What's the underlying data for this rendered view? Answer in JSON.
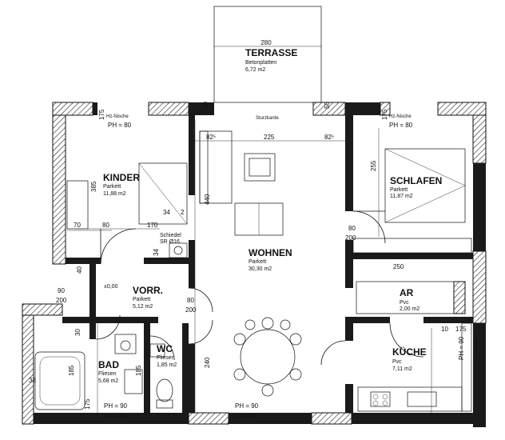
{
  "rooms": {
    "terrasse": {
      "name": "TERRASSE",
      "material": "Betonplatten",
      "area": "6,72 m2",
      "width_dim": "280"
    },
    "kinder": {
      "name": "KINDER",
      "material": "Parkett",
      "area": "11,88 m2"
    },
    "wohnen": {
      "name": "WOHNEN",
      "material": "Parkett",
      "area": "30,30 m2"
    },
    "schlafen": {
      "name": "SCHLAFEN",
      "material": "Parkett",
      "area": "11,87 m2"
    },
    "vorr": {
      "name": "VORR.",
      "material": "Parkett",
      "area": "5,12 m2"
    },
    "ar": {
      "name": "AR",
      "material": "Pvc",
      "area": "2,00 m2"
    },
    "bad": {
      "name": "BAD",
      "material": "Fliesen",
      "area": "5,68 m2"
    },
    "wc": {
      "name": "WC",
      "material": "Fliesen",
      "area": "1,85 m2"
    },
    "kueche": {
      "name": "KÜCHE",
      "material": "Pvc",
      "area": "7,11 m2"
    }
  },
  "annotations": {
    "ph80_kinder": "PH = 80",
    "ph80_schlafen": "PH = 80",
    "ph90_bad": "PH = 90",
    "ph90_wohnen": "PH = 90",
    "ph90_kueche": "PH = 90",
    "hz_nische": "Hz-Nische",
    "sturzkante": "Sturzkante",
    "level": "±0,00",
    "schiedel": "Schiedel",
    "sr": "SR Ø16"
  },
  "dimensions": {
    "d225": "225",
    "d82a": "82⁵",
    "d82b": "82⁵",
    "d50a": "50",
    "d50b": "50",
    "d385": "385",
    "d440": "440",
    "d255": "255",
    "d240": "240",
    "d70": "70",
    "d80a": "80",
    "d170": "170",
    "d34a": "34",
    "d2": "2",
    "d34b": "34",
    "d40": "40",
    "d90": "90",
    "d200a": "200",
    "d80b": "80",
    "d200b": "200",
    "d80c": "80",
    "d200c": "200",
    "d250": "250",
    "d185a": "185",
    "d185b": "185",
    "d30": "30",
    "d175a": "175",
    "d175b": "175",
    "d33": "33",
    "d10": "10",
    "d175c": "175",
    "d175d": "175"
  }
}
